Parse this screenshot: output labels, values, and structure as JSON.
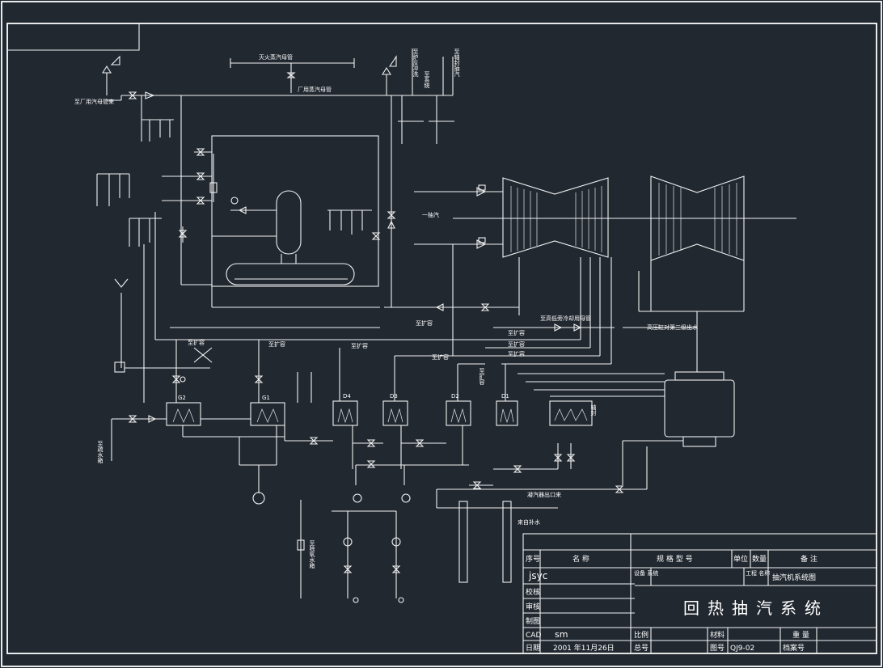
{
  "colors": {
    "background": "#212830",
    "line": "#ffffff"
  },
  "labels": {
    "steam_header_top": "灭火蒸汽母管",
    "plant_steam_header": "厂用蒸汽母管",
    "to_plant_header_left": "至厂用汽母管来",
    "to_boiler": "至炉反冲洗",
    "to_system": "至系统",
    "to_seal": "至轴封抽汽",
    "main_steam": "一抽汽",
    "to_hp_header": "至高低旁冷却用母管",
    "to_hp_cyl": "高压缸对第三级出水",
    "to_exp_1": "至扩容",
    "to_exp_2": "至扩容",
    "to_exp_3": "至扩容",
    "to_exp_4": "至扩容",
    "to_exp_5": "至扩容",
    "to_exp_6": "至扩容",
    "to_exp_7": "至扩容",
    "to_exp_8": "至扩容",
    "to_exp_9": "至扩容",
    "condenser_outlet": "凝汽器出口来",
    "to_drain": "至疏水箱",
    "to_deaerator": "至除氧水箱",
    "from_make_up": "来自补水",
    "shaft": "轴封",
    "h_g2": "G2",
    "h_g1": "G1",
    "h_d4": "D4",
    "h_d3": "D3",
    "h_d2": "D2",
    "h_d1": "D1"
  },
  "title_block": {
    "col_seq": "序号",
    "col_name": "名  称",
    "col_spec": "规  格  型  号",
    "col_unit": "单位",
    "col_qty": "数量",
    "col_note": "备   注",
    "designer_value": "jsyc",
    "project_label": "设备 系统",
    "project_label2": "工程 名称",
    "drawing_name": "抽汽机系统图",
    "row_check": "校核",
    "row_review": "审核",
    "row_draw": "制图",
    "row_cad": "CAD",
    "cad_value": "sm",
    "row_date": "日期",
    "date_value": "2001 年11月26日",
    "title": "回热抽汽系统",
    "scale": "比例",
    "material": "材料",
    "weight": "重  量",
    "sheet": "总号",
    "drawing_no_label": "图号",
    "drawing_no": "QJ9-02",
    "archive": "档案号"
  }
}
